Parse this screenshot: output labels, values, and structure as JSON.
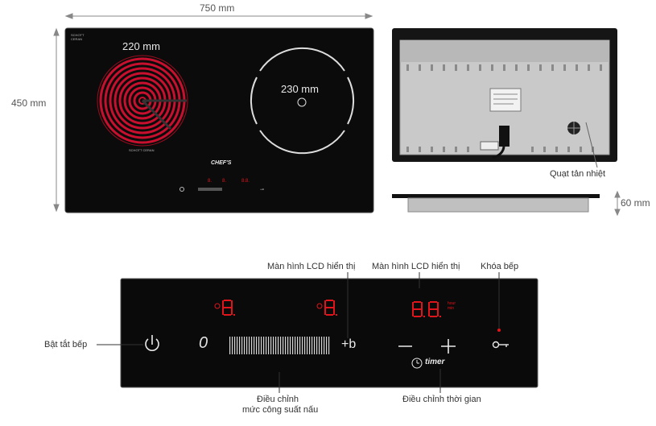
{
  "dimensions": {
    "width": "750 mm",
    "height": "450 mm",
    "depth": "60 mm"
  },
  "top_view": {
    "left_zone_label": "220 mm",
    "right_zone_label": "230 mm",
    "brand": "CHEF'S",
    "corner_print": "SCHOTT CERAN",
    "touch_print": "SCHOTT CERAN"
  },
  "back_view": {
    "fan_label": "Quạt tản nhiệt"
  },
  "control_panel": {
    "labels": {
      "lcd_left": "Màn hình LCD hiển thị",
      "lcd_right": "Màn hình LCD hiển thị",
      "lock": "Khóa bếp",
      "power": "Bật tắt bếp",
      "power_adjust_line1": "Điều chỉnh",
      "power_adjust_line2": "mức công suất nấu",
      "time_adjust": "Điều chỉnh thời gian"
    },
    "zero_glyph": "0",
    "boost": "+b",
    "minus": "−",
    "plus": "+",
    "timer": "timer",
    "time_units": "hour min"
  },
  "colors": {
    "glass": "#0a0a0a",
    "accent_red": "#e0141b",
    "coil": "#c8102e"
  }
}
